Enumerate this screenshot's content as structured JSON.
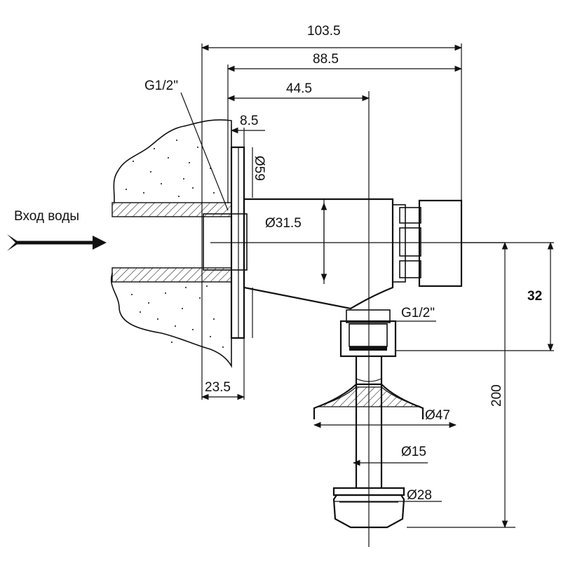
{
  "inlet_label": "Вход воды",
  "dimensions": {
    "overall_length": "103.5",
    "body_length": "88.5",
    "axis_offset": "44.5",
    "flange_thickness": "8.5",
    "flange_diameter": "Ø59",
    "body_diameter": "Ø31.5",
    "inlet_thread": "G1/2\"",
    "outlet_thread": "G1/2\"",
    "wall_depth": "23.5",
    "axis_to_outlet": "32",
    "total_height": "200",
    "cone_diameter": "Ø47",
    "tube_diameter": "Ø15",
    "foot_diameter": "Ø28"
  },
  "colors": {
    "line": "#111111",
    "background": "#ffffff"
  },
  "icons": [
    "water-inlet-arrow-icon"
  ]
}
